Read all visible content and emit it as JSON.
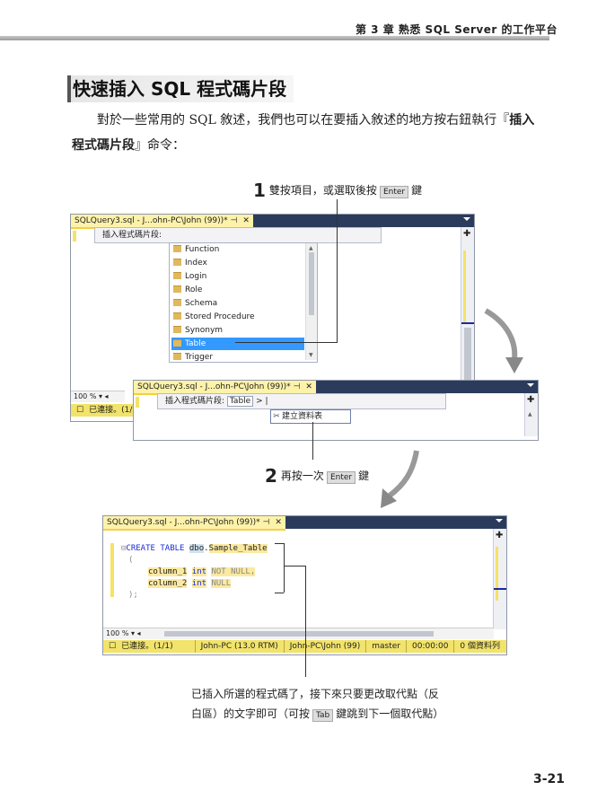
{
  "header": {
    "chapter_title": "第 3 章  熟悉 SQL Server 的工作平台"
  },
  "section": {
    "title": "快速插入 SQL 程式碼片段"
  },
  "paragraph": {
    "part1": "對於一些常用的 SQL 敘述，我們也可以在要插入敘述的地方按右鈕執行『",
    "bold1": "插入程式碼片段",
    "part2": "』命令："
  },
  "step1": {
    "num": "1",
    "text": "雙按項目，或選取後按",
    "key": "Enter",
    "suffix": "鍵"
  },
  "step2": {
    "num": "2",
    "text": "再按一次",
    "key": "Enter",
    "suffix": "鍵"
  },
  "note": {
    "line1": "已插入所選的程式碼了，接下來只要更改取代點（反",
    "line2a": "白區）的文字即可（可按",
    "key": "Tab",
    "line2b": "鍵跳到下一個取代點）"
  },
  "window1": {
    "tab_title": "SQLQuery3.sql - J...ohn-PC\\John (99))*",
    "tab_pin": "⊣",
    "tab_close": "✕",
    "snippet_prompt": "插入程式碼片段:",
    "folders": [
      "Function",
      "Index",
      "Login",
      "Role",
      "Schema",
      "Stored Procedure",
      "Synonym",
      "Table",
      "Trigger"
    ],
    "selected": "Table",
    "zoom": "100 %",
    "status_connected": "已連接。(1/1"
  },
  "window2": {
    "tab_title": "SQLQuery3.sql - J...ohn-PC\\John (99))*",
    "snippet_prompt": "插入程式碼片段:",
    "crumb": "Table",
    "sep": ">",
    "cursor": "|",
    "item": "建立資料表"
  },
  "window3": {
    "tab_title": "SQLQuery3.sql - J...ohn-PC\\John (99))*",
    "code": {
      "l1_kw": "CREATE TABLE",
      "l1_schema": "dbo",
      "l1_dot": ".",
      "l1_table": "Sample_Table",
      "l2": "(",
      "l3_col": "column_1",
      "l3_type": "int",
      "l3_null": "NOT NULL,",
      "l4_col": "column_2",
      "l4_type": "int",
      "l4_null": "NULL",
      "l5": ");"
    },
    "zoom": "100 %",
    "status": [
      "已連接。(1/1)",
      "John-PC (13.0 RTM)",
      "John-PC\\John (99)",
      "master",
      "00:00:00",
      "0 個資料列"
    ]
  },
  "page_number": "3-21"
}
